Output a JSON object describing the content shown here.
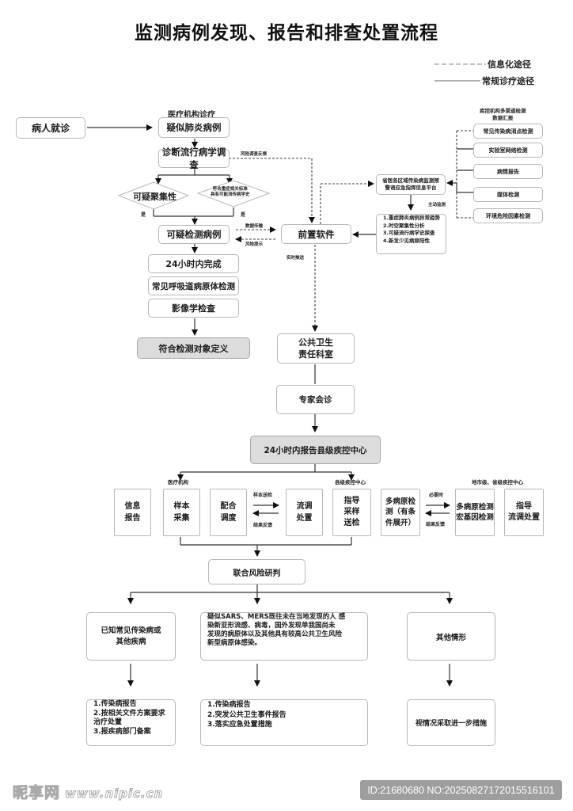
{
  "title": "监测病例发现、报告和排查处置流程",
  "legend": {
    "info_path": "信息化途径",
    "routine_path": "常规诊疗途径"
  },
  "left_flow": {
    "patient_visit": "病人就诊",
    "medical_institution_label": "医疗机构诊疗",
    "suspected_pneumonia": "疑似肺炎病例",
    "epi_investigation": "诊断流行病学调查",
    "diamond_cluster": "可疑聚集性",
    "diamond_criteria_line1": "符合重症相关标准",
    "diamond_criteria_line2": "具有可能流传病学史",
    "yes_left": "是",
    "yes_right": "是",
    "suspected_detection_case": "可疑检测病例",
    "within_24h": "24小时内完成",
    "respiratory_test": "常见呼吸道病原体检测",
    "imaging": "影像学检查",
    "meets_definition": "符合检测对象定义"
  },
  "center_flow": {
    "front_software": "前置软件",
    "risk_feedback": "风险调查反馈",
    "data_transfer": "数据传输",
    "risk_alert": "风险提示",
    "realtime_push": "实时推送",
    "public_health_line1": "公共卫生",
    "public_health_line2": "责任科室",
    "expert_consult": "专家会诊",
    "report_county_cdc": "24小时内报告县级疾控中心"
  },
  "right_flow": {
    "cdc_header_line1": "疾控机构多渠道检测",
    "cdc_header_line2": "数据汇报",
    "channels": [
      "常见传染病消点检测",
      "实验室网络检测",
      "病情报告",
      "媒体检测",
      "环境危险因素检测"
    ],
    "platform_line1": "省医各区域传染病监测预",
    "platform_line2": "警语应急指挥信息平台",
    "active_monitoring": "主动监测",
    "analysis_items": [
      "1.重症肺炎病例异常趋势",
      "2.时空聚集性分析",
      "3.可疑流行病学史探查",
      "4.新发少见病原阳性"
    ]
  },
  "response_row": {
    "medical_institution": "医疗机构",
    "county_cdc": "县级疾控中心",
    "city_province_cdc": "地市级、省级疾控中心",
    "info_report": [
      "信息",
      "报告"
    ],
    "sample_collect": [
      "样本",
      "采集"
    ],
    "coordinate": [
      "配合",
      "调度"
    ],
    "sample_send": "样本送检",
    "result_feedback_1": "结果反馈",
    "epi_disposal": [
      "流调",
      "处置"
    ],
    "guide_sampling": [
      "指导",
      "采样",
      "送检"
    ],
    "multi_pathogen_county": [
      "多病原检",
      "测（有条",
      "件展开）"
    ],
    "when_necessary": "必要时",
    "result_feedback_2": "结果反馈",
    "multi_pathogen_city": [
      "多病原检测",
      "宏基因检测"
    ],
    "guide_epi": [
      "指导",
      "流调处置"
    ]
  },
  "risk_assessment": {
    "joint_assessment": "联合风险研判",
    "known_disease": [
      "已知常见传染病或",
      "其他疾病"
    ],
    "novel_pathogen": [
      "疑似SARS、MERS既往未在当地发现的人 感",
      "染新亚形流感、病毒，国外发现单我国尚未",
      "发现的病原体以及其他具有较高公共卫生风险",
      "新型病原体感染。"
    ],
    "other_cases": "其他情形",
    "known_actions": [
      "1.传染病报告",
      "2.按相关文件方案要求",
      "治疗处置",
      "3.报疾病部门备案"
    ],
    "novel_actions": [
      "1.传染病报告",
      "2.突发公共卫生事件报告",
      "3.落实应急处置措施"
    ],
    "other_actions": "视情况采取进一步措施"
  },
  "watermark": {
    "site_name": "昵享网",
    "site_url": "www.nipic.cn",
    "id_text": "ID:21680680 NO:20250827172015516101"
  }
}
